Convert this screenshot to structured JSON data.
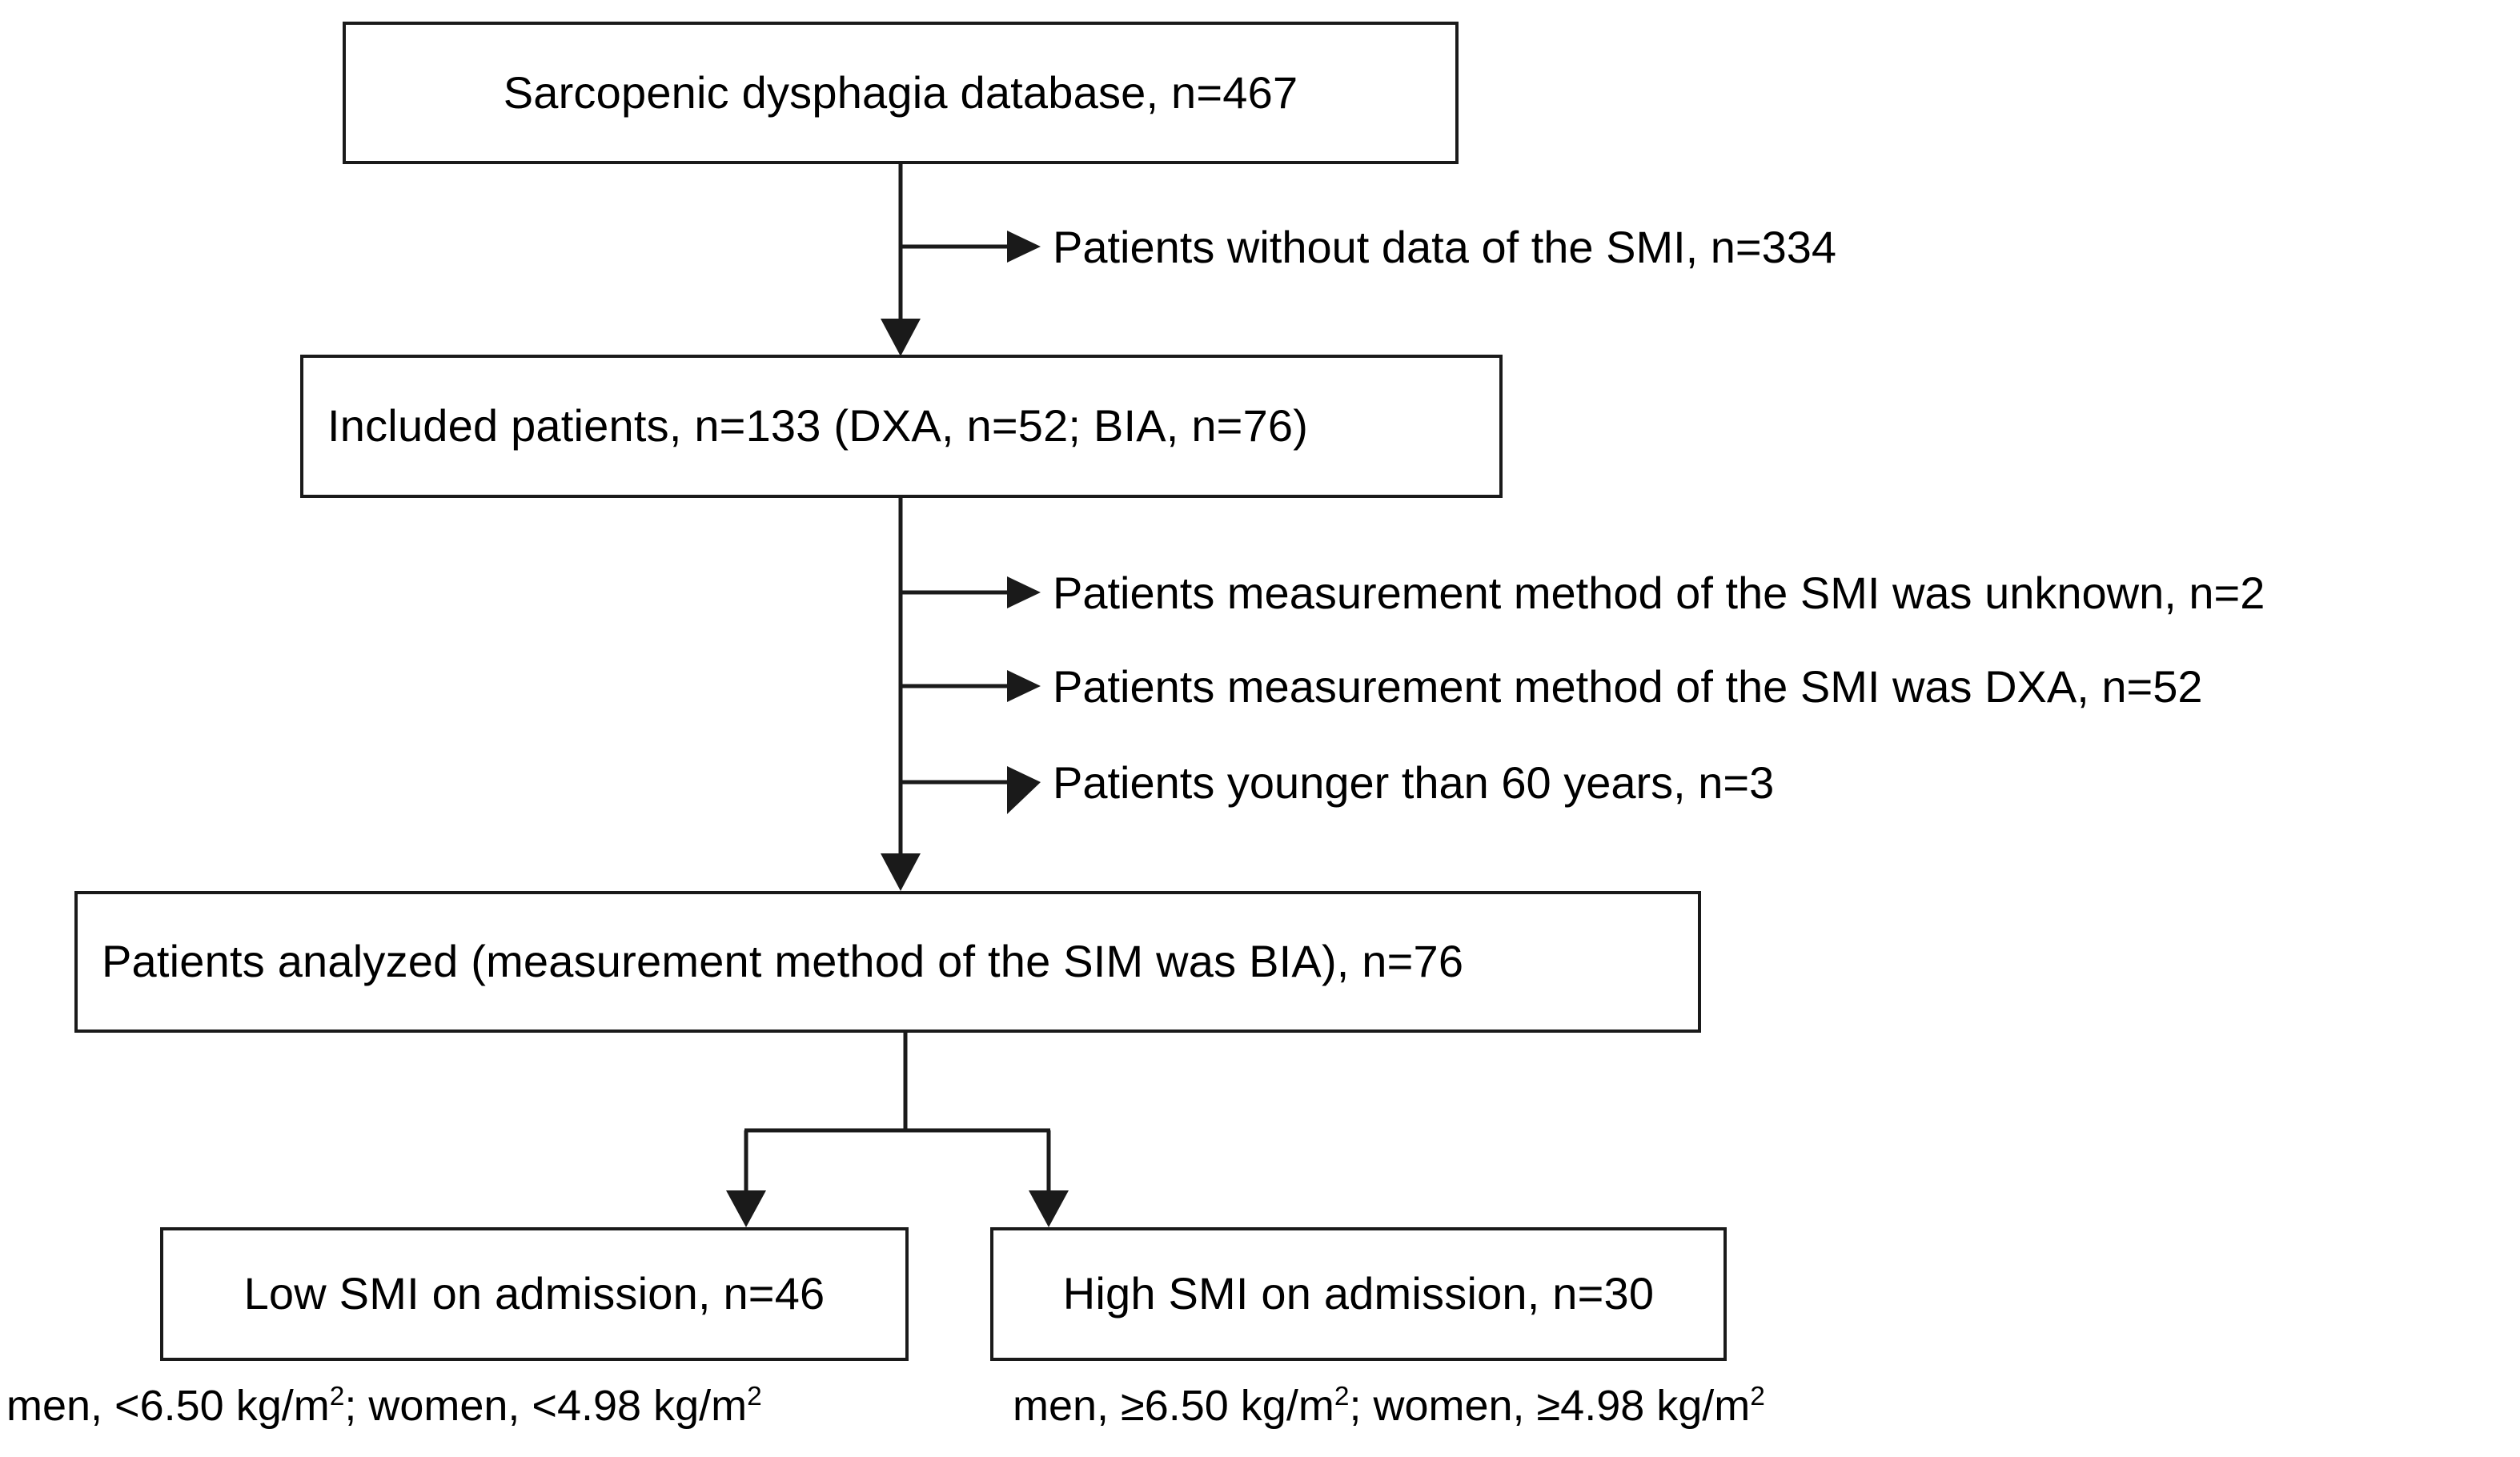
{
  "diagram": {
    "title": "Patient selection flow diagram",
    "type": "flowchart",
    "line_color": "#1a1a1a",
    "background_color": "#ffffff",
    "boxes": [
      {
        "id": "database",
        "label": "Sarcopenic dysphagia database,  n=467"
      },
      {
        "id": "included",
        "label": "Included patients,  n=133 (DXA,  n=52; BIA,  n=76)"
      },
      {
        "id": "analyzed",
        "label": "Patients analyzed (measurement method of the SIM was BIA),  n=76"
      },
      {
        "id": "low-smi",
        "label": "Low SMI on admission, n=46"
      },
      {
        "id": "high-smi",
        "label": "High SMI on admission, n=30"
      }
    ],
    "exclusions": [
      {
        "id": "no-smi-data",
        "label": "Patients without data of the SMI,  n=334"
      },
      {
        "id": "method-unknown",
        "label": "Patients measurement method of the SMI was unknown, n=2"
      },
      {
        "id": "method-dxa",
        "label": "Patients measurement method of the SMI was DXA, n=52"
      },
      {
        "id": "younger-than-60",
        "label": "Patients younger than 60 years, n=3"
      }
    ],
    "footnotes": [
      {
        "id": "low-smi-criteria",
        "prefix": "men, <6.50 kg/m",
        "sup1": "2",
        "middle": "; women, <4.98 kg/m",
        "sup2": "2"
      },
      {
        "id": "high-smi-criteria",
        "prefix": "men, ≥6.50 kg/m",
        "sup1": "2",
        "middle": "; women, ≥4.98 kg/m",
        "sup2": "2"
      }
    ]
  }
}
